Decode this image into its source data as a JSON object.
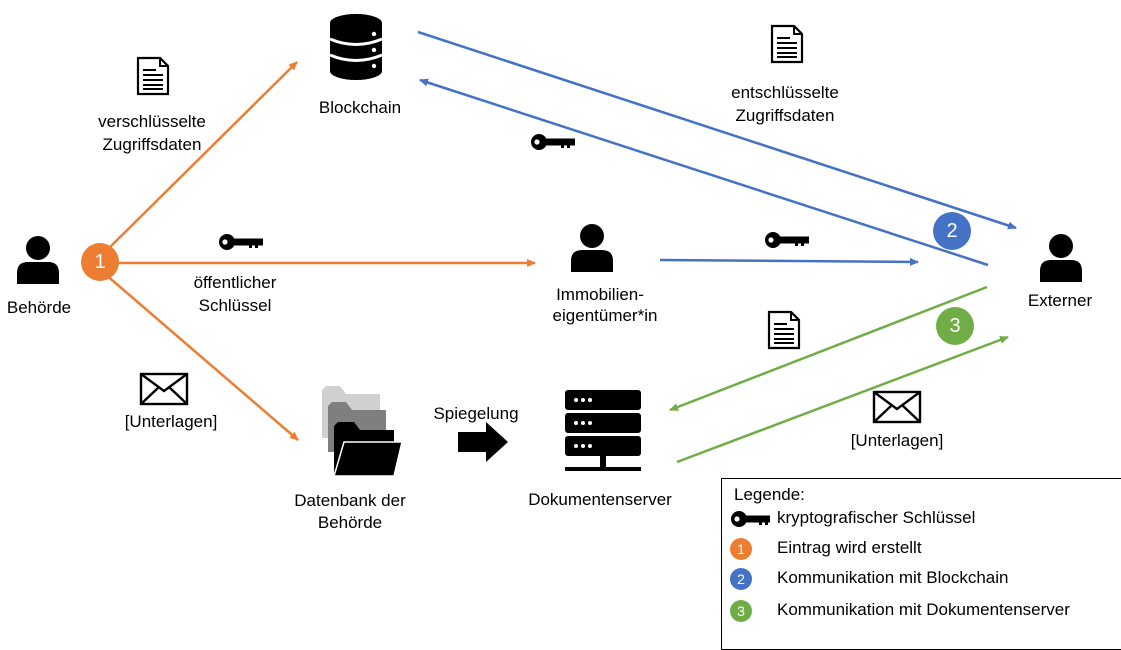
{
  "nodes": {
    "behoerde": "Behörde",
    "blockchain": "Blockchain",
    "immo_line1": "Immobilien-",
    "immo_line2": "eigentümer*in",
    "externer": "Externer",
    "datenbank_line1": "Datenbank der",
    "datenbank_line2": "Behörde",
    "dokumentenserver": "Dokumentenserver"
  },
  "edge_labels": {
    "verschl_line1": "verschlüsselte",
    "verschl_line2": "Zugriffsdaten",
    "entschl_line1": "entschlüsselte",
    "entschl_line2": "Zugriffsdaten",
    "oeff_line1": "öffentlicher",
    "oeff_line2": "Schlüssel",
    "unterlagen_left": "[Unterlagen]",
    "unterlagen_right": "[Unterlagen]",
    "spiegelung": "Spiegelung"
  },
  "badges": {
    "b1": "1",
    "b2": "2",
    "b3": "3"
  },
  "legend": {
    "title": "Legende:",
    "key_text": "kryptografischer Schlüssel",
    "item1_num": "1",
    "item1_text": "Eintrag wird erstellt",
    "item2_num": "2",
    "item2_text": "Kommunikation mit Blockchain",
    "item3_num": "3",
    "item3_text": "Kommunikation mit Dokumentenserver"
  },
  "colors": {
    "orange": "#ED7D31",
    "blue": "#4472C4",
    "green": "#70AD47"
  },
  "icons": [
    "person-icon",
    "database-icon",
    "server-icon",
    "folder-icon",
    "document-icon",
    "envelope-icon",
    "key-icon",
    "arrow-right-icon"
  ]
}
